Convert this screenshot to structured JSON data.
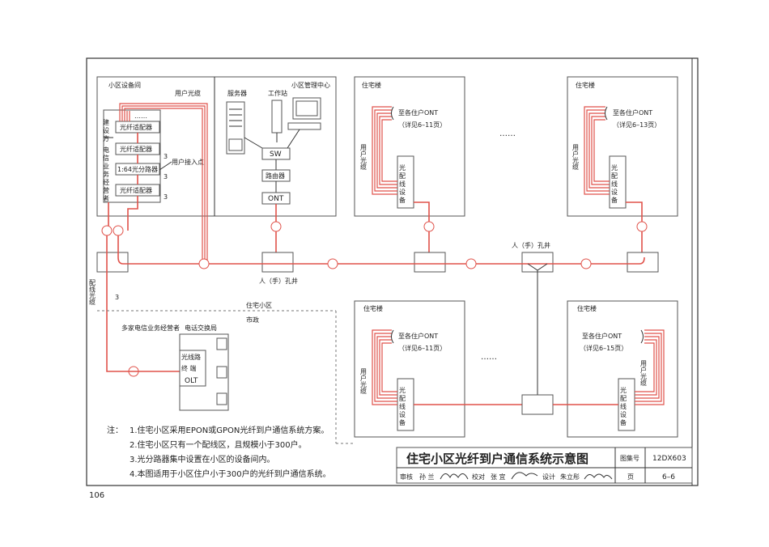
{
  "page_number": "106",
  "equipment_room": {
    "title": "小区设备间",
    "user_cable": "用户光缆",
    "builder_label": "建设方",
    "operator_label": "电信业务经营者",
    "dots": "……",
    "adapter_1": "光纤适配器",
    "adapter_2": "光纤适配器",
    "splitter": "1:64光分路器",
    "adapter_3": "光纤适配器",
    "count_3a": "3",
    "count_3b": "3",
    "count_3c": "3",
    "user_access_point": "用户接入点"
  },
  "management_center": {
    "server": "服务器",
    "workstation": "工作站",
    "title": "小区管理中心",
    "sw": "SW",
    "router": "路由器",
    "ont": "ONT"
  },
  "buildings": {
    "b1": {
      "title": "住宅楼",
      "cable": "用户光缆",
      "to_ont": "至各住户ONT",
      "ref": "（详见6–11页）",
      "dist": "光配线设备"
    },
    "b2": {
      "title": "住宅楼",
      "cable": "用户光缆",
      "to_ont": "至各住户ONT",
      "ref": "（详见6–13页）",
      "dist": "光配线设备"
    },
    "b3": {
      "title": "住宅楼",
      "cable": "用户光缆",
      "to_ont": "至各住户ONT",
      "ref": "（详见6–11页）",
      "dist": "光配线设备"
    },
    "b4": {
      "title": "住宅楼",
      "cable": "用户光缆",
      "to_ont": "至各住户ONT",
      "ref": "（详见6–15页）",
      "dist": "光配线设备"
    }
  },
  "ellipsis_1": "……",
  "ellipsis_2": "……",
  "manhole_1": "人（手）孔井",
  "manhole_2": "人（手）孔井",
  "distribution_cable": "配线光缆",
  "count_3": "3",
  "residential_area": "住宅小区",
  "municipal": "市政",
  "multi_operator": "多家电信业务经营者",
  "exchange": "电话交换局",
  "olt_line": "光线路",
  "olt_term": "终 端",
  "olt": "OLT",
  "notes": {
    "label": "注：",
    "n1": "1.住宅小区采用EPON或GPON光纤到户通信系统方案。",
    "n2": "2.住宅小区只有一个配线区，且规模小于300户。",
    "n3": "3.光分路器集中设置在小区的设备间内。",
    "n4": "4.本图适用于小区住户小于300户的光纤到户通信系统。"
  },
  "title_block": {
    "title": "住宅小区光纤到户通信系统示意图",
    "atlas_label": "图集号",
    "atlas_no": "12DX603",
    "review_label": "审核",
    "reviewer": "孙 兰",
    "check_label": "校对",
    "checker": "张 宜",
    "design_label": "设计",
    "designer": "朱立彤",
    "page_label": "页",
    "page_no": "6–6"
  }
}
